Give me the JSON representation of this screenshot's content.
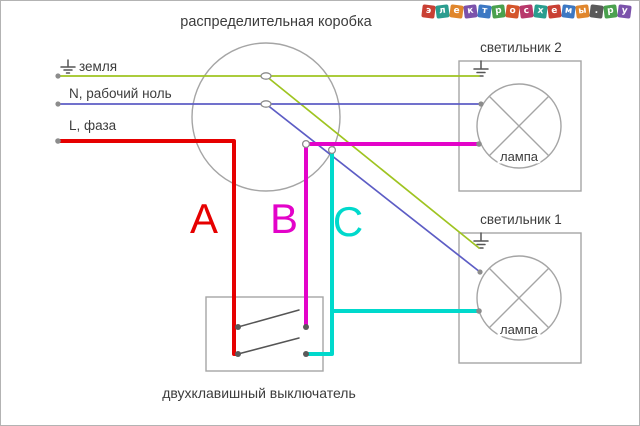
{
  "title": "распределительная коробка",
  "left_labels": {
    "ground": "земля",
    "neutral": "N, рабочий ноль",
    "phase": "L, фаза"
  },
  "cable_labels": {
    "a": "А",
    "b": "В",
    "c": "С"
  },
  "fixture2": {
    "title": "светильник 2",
    "lamp_label": "лампа"
  },
  "fixture1": {
    "title": "светильник 1",
    "lamp_label": "лампа"
  },
  "switch_label": "двухклавишный выключатель",
  "colors": {
    "ground_wire": "#9fc421",
    "neutral_wire": "#5d5dc5",
    "phase_wire": "#e60000",
    "cable_b_wire": "#e303c9",
    "cable_c_wire": "#00d9cc",
    "outline": "#a5a5a5",
    "text": "#3c3c3c"
  },
  "logo": {
    "tiles": [
      {
        "ch": "э",
        "color": "#c94034"
      },
      {
        "ch": "л",
        "color": "#2a9d8f"
      },
      {
        "ch": "е",
        "color": "#e0862c"
      },
      {
        "ch": "к",
        "color": "#7b52ab"
      },
      {
        "ch": "т",
        "color": "#3c78c3"
      },
      {
        "ch": "р",
        "color": "#4aa14e"
      },
      {
        "ch": "о",
        "color": "#d4552b"
      },
      {
        "ch": "с",
        "color": "#b8386b"
      },
      {
        "ch": "х",
        "color": "#2a9d8f"
      },
      {
        "ch": "е",
        "color": "#c94034"
      },
      {
        "ch": "м",
        "color": "#3c78c3"
      },
      {
        "ch": "ы",
        "color": "#e0862c"
      },
      {
        "ch": ".",
        "color": "#5a5a5a"
      },
      {
        "ch": "р",
        "color": "#4aa14e"
      },
      {
        "ch": "у",
        "color": "#7b52ab"
      }
    ]
  }
}
